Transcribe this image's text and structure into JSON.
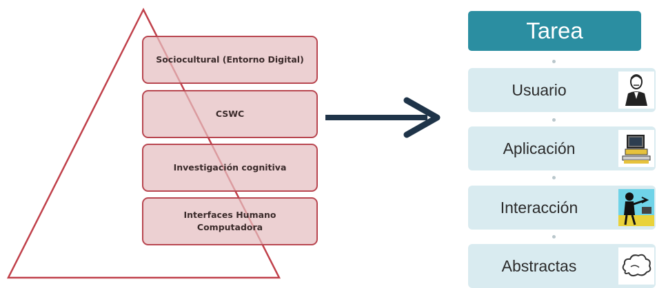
{
  "pyramid": {
    "layers": [
      "Sociocultural (Entorno Digital)",
      "CSWC",
      "Investigación cognitiva",
      "Interfaces Humano Computadora"
    ]
  },
  "task_stack": {
    "title": "Tarea",
    "steps": [
      {
        "label": "Usuario",
        "icon": "person-icon"
      },
      {
        "label": "Aplicación",
        "icon": "computer-icon"
      },
      {
        "label": "Interacción",
        "icon": "interaction-icon"
      },
      {
        "label": "Abstractas",
        "icon": "cloud-icon"
      }
    ]
  },
  "colors": {
    "pyramid_outline": "#c0404a",
    "layer_fill": "#e4bec0",
    "arrow": "#1f3449",
    "title_fill": "#2b8ea1",
    "step_fill": "#d9ebf0"
  }
}
